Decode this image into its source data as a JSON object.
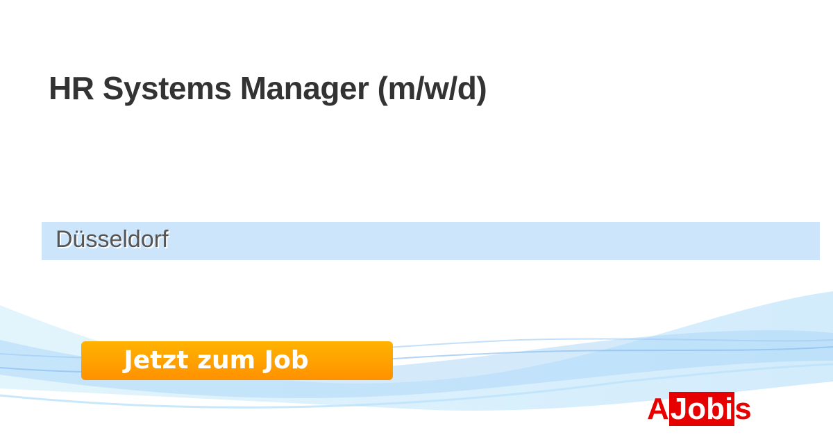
{
  "job": {
    "title": "HR Systems Manager (m/w/d)",
    "location": "Düsseldorf"
  },
  "cta": {
    "label": "Jetzt zum Job"
  },
  "logo": {
    "text_a": "A",
    "text_mid": "Jobi",
    "text_end": "s"
  },
  "colors": {
    "accent": "#ff9f00",
    "location_bg": "#cce5fb",
    "logo_red": "#e60000"
  }
}
